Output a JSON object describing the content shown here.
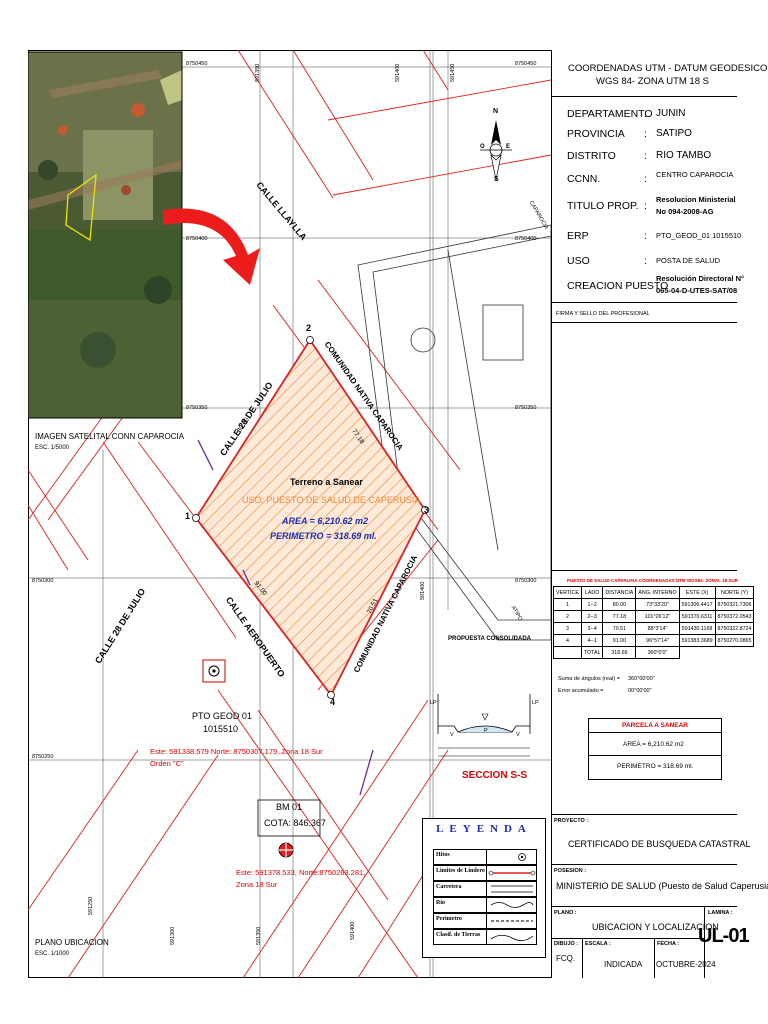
{
  "satellite": {
    "title": "IMAGEN SATELITAL CONN CAPAROCIA",
    "scale": "ESC. 1/5000"
  },
  "plan": {
    "title": "PLANO UBICACION",
    "scale": "ESC. 1/1000"
  },
  "grid_labels": {
    "north_8750450_left": "8750450",
    "north_8750450_right": "8750450",
    "north_8750400_left": "8750400",
    "north_8750400_right": "8750400",
    "north_8750350_left": "8750350",
    "north_8750350_right": "8750350",
    "north_8750300_left": "8750300",
    "north_8750300_right": "8750300",
    "north_8750250": "8750250",
    "east_591350_top": "591350",
    "east_591400_top": "591400",
    "east_591450_top": "591450",
    "east_591250": "591250",
    "east_591300": "591300",
    "east_591350_bottom": "591350",
    "east_591400_bottom": "591400",
    "east_591400_mid": "591400"
  },
  "streets": {
    "calle_llaylla": "CALLE LLAYLLA",
    "calle_28_julio_a": "CALLE 28 DE JULIO",
    "calle_28_julio_b": "CALLE 28 DE JULIO",
    "calle_aeropuerto": "CALLE AEROPUERTO",
    "comunidad_top": "COMUNIDAD NATIVA  CAPAROCIA",
    "comunidad_bottom": "COMUNIDAD NATIVA CAPAROCIA",
    "caparocia_partial": "CAPAROCIA",
    "atipo_partial": "ATIPO"
  },
  "parcel": {
    "name": "Terreno a Sanear",
    "use": "USO: PUESTO DE SALUD DE CAPERUSIA",
    "area": "AREA = 6,210.62 m2",
    "perimeter": "PERIMETRO = 318.69 ml.",
    "vertices": [
      "1",
      "2",
      "3",
      "4"
    ],
    "side_lengths": [
      "80.00",
      "77.18",
      "70.51",
      "91.00"
    ]
  },
  "benchmarks": {
    "pto_geod_label": "PTO GEOD 01",
    "pto_geod_code": "1015510",
    "pto_geod_coords": "Este: 591338.579 Norte: 8750307.179, Zona 18 Sur",
    "pto_geod_order": "Orden \"C\"",
    "bm_label": "BM 01",
    "bm_cota": "COTA: 846.367",
    "bm_coords_1": "Este: 591378.533, Norte:8750263.281,",
    "bm_coords_2": "Zona 18 Sur"
  },
  "compass": {
    "n": "N",
    "s": "S",
    "e": "E",
    "o": "O"
  },
  "section": {
    "title": "PROPUESTA CONSOLIDADA",
    "name": "SECCION S-S",
    "lp_left": "LP",
    "lp_right": "LP",
    "v_left": "V",
    "v_right": "V",
    "p": "P"
  },
  "legend": {
    "title": "LEYENDA",
    "items": [
      "Hitos",
      "Limites de Lindero",
      "Carretera",
      "Rio",
      "Perimetro",
      "Clasif. de Tierras"
    ]
  },
  "info_panel": {
    "header_1": "COORDENADAS UTM - DATUM GEODESICO",
    "header_2": "WGS 84- ZONA UTM 18 S",
    "rows": [
      {
        "label": "DEPARTAMENTO",
        "value": "JUNIN"
      },
      {
        "label": "PROVINCIA",
        "value": "SATIPO"
      },
      {
        "label": "DISTRITO",
        "value": "RIO TAMBO"
      },
      {
        "label": "CCNN.",
        "value": "CENTRO CAPAROCIA"
      },
      {
        "label": "TITULO PROP.",
        "value": "Resolucion Ministerial",
        "value2": "No 094-2008-AG"
      },
      {
        "label": "ERP",
        "value": "PTO_GEOD_01 1015510"
      },
      {
        "label": "USO",
        "value": "POSTA DE SALUD"
      },
      {
        "label": "CREACION PUESTO",
        "value": "Resolución Directoral N°",
        "value2": "065-04-D-UTES-SAT/08"
      }
    ],
    "colon": ":",
    "firma": "FIRMA Y SELLO DEL PROFESIONAL"
  },
  "coords_table": {
    "title": "PUESTO DE SALUD CAPERUSIA-COORDENADAS UTM WGS84- ZONAL 18 SUR",
    "headers": [
      "VERTICE",
      "LADO",
      "DISTANCIA",
      "ANG. INTERNO",
      "ESTE (X)",
      "NORTE (Y)"
    ],
    "rows": [
      [
        "1",
        "1--2",
        "80.00",
        "73°33'20\"",
        "591306.4417",
        "8750321.7306"
      ],
      [
        "2",
        "2--3",
        "77.18",
        "101°26'12\"",
        "591370.6311",
        "8750372.0543"
      ],
      [
        "3",
        "3--4",
        "70.51",
        "88°3'14\"",
        "591430.1168",
        "8750322.8724"
      ],
      [
        "4",
        "4--1",
        "91.00",
        "96°57'14\"",
        "591383.3689",
        "8750270.0865"
      ]
    ],
    "total_label": "TOTAL",
    "total_distance": "318.69",
    "total_angle": "360°0'0\"",
    "suma_label": "Suma de ángulos (real) =",
    "suma_value": "360°00'00\"",
    "error_label": "Error acumulado =",
    "error_value": "00°00'00\""
  },
  "parcela_box": {
    "title": "PARCELA A SANEAR",
    "area": "AREA = 6,210.62 m2",
    "perimetro": "PERIMETRO = 318.69 ml."
  },
  "title_block": {
    "proyecto_label": "PROYECTO :",
    "proyecto": "CERTIFICADO DE BUSQUEDA CATASTRAL",
    "posesion_label": "POSESION :",
    "posesion": "MINISTERIO DE SALUD (Puesto de  Salud Caperusia)",
    "plano_label": "PLANO :",
    "plano": "UBICACION  Y LOCALIZACION",
    "lamina_label": "LAMINA :",
    "lamina": "UL-01",
    "dibujo_label": "DIBUJO :",
    "dibujo": "FCQ.",
    "escala_label": "ESCALA :",
    "escala": "INDICADA",
    "fecha_label": "FECHA :",
    "fecha": "OCTUBRE-2024"
  },
  "colors": {
    "parcel_border": "#e02020",
    "parcel_hatch": "#f08a3a",
    "area_text": "#1a2fb0",
    "red_text": "#e00000",
    "table_title": "#e00000"
  }
}
